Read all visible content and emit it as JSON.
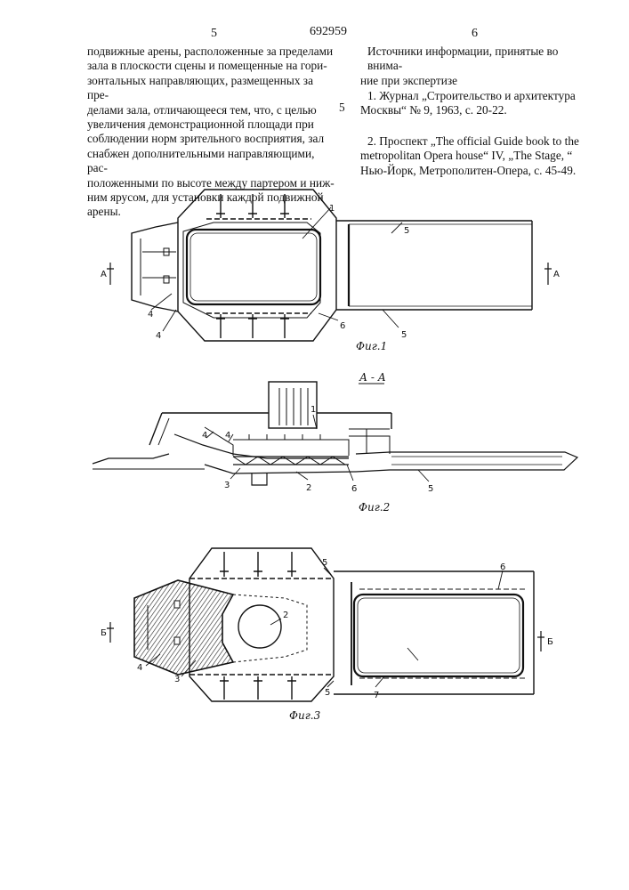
{
  "header": {
    "page_left": "5",
    "patent_no": "692959",
    "page_right": "6"
  },
  "left_column": {
    "lines": [
      "подвижные арены, расположенные за пределами",
      "зала в плоскости сцены и помещенные на гори-",
      "зонтальных направляющих, размещенных за пре-",
      "делами зала, отличающееся тем, что, с целью",
      "увеличения демонстрационной площади при",
      "соблюдении норм зрительного восприятия, зал",
      "снабжен дополнительными направляющими, рас-",
      "положенными по высоте между партером и ниж-",
      "ним ярусом, для установки каждой подвижной",
      "арены."
    ]
  },
  "margin_line_no": "5",
  "right_column": {
    "heading_lines": [
      "Источники информации, принятые во внима-",
      "ние при экспертизе"
    ],
    "ref1_lines": [
      "1. Журнал „Строительство и архитектура",
      "Москвы“ № 9, 1963, с. 20-22."
    ],
    "ref2_lines": [
      "2. Проспект „The official Guide book to the",
      "metropolitan Opera house“ IV, „The Stage, “",
      "Нью-Йорк, Метрополитен-Опера, с. 45-49."
    ]
  },
  "figures": {
    "fig1": {
      "caption": "Фиг.1",
      "section_marks": [
        "А",
        "А"
      ],
      "callouts": [
        "1",
        "5",
        "4",
        "4",
        "6",
        "5"
      ]
    },
    "fig2": {
      "caption": "Фиг.2",
      "section_title": "А - А",
      "callouts": [
        "1",
        "4",
        "4",
        "3",
        "2",
        "6",
        "5"
      ]
    },
    "fig3": {
      "caption": "Фиг.3",
      "section_marks": [
        "Б",
        "Б"
      ],
      "callouts": [
        "5",
        "2",
        "6",
        "4",
        "3",
        "5",
        "7"
      ]
    }
  }
}
